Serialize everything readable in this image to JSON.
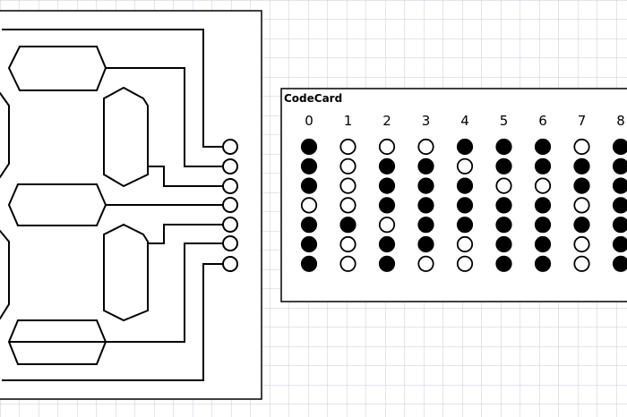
{
  "codecard": {
    "title": "CodeCard",
    "columns": [
      {
        "label": "0",
        "dots": [
          1,
          1,
          1,
          0,
          1,
          1,
          1
        ]
      },
      {
        "label": "1",
        "dots": [
          0,
          0,
          0,
          0,
          1,
          0,
          0
        ]
      },
      {
        "label": "2",
        "dots": [
          0,
          1,
          1,
          1,
          0,
          1,
          1
        ]
      },
      {
        "label": "3",
        "dots": [
          0,
          1,
          1,
          1,
          1,
          1,
          0
        ]
      },
      {
        "label": "4",
        "dots": [
          1,
          0,
          1,
          1,
          1,
          0,
          0
        ]
      },
      {
        "label": "5",
        "dots": [
          1,
          1,
          0,
          1,
          1,
          1,
          1
        ]
      },
      {
        "label": "6",
        "dots": [
          1,
          1,
          0,
          1,
          1,
          1,
          1
        ]
      },
      {
        "label": "7",
        "dots": [
          0,
          1,
          1,
          0,
          1,
          0,
          0
        ]
      },
      {
        "label": "8",
        "dots": [
          1,
          1,
          1,
          1,
          1,
          1,
          1
        ]
      }
    ]
  },
  "colors": {
    "line": "#000000",
    "grid": "#c8c8d8",
    "filled": "#000000",
    "empty": "#ffffff"
  }
}
